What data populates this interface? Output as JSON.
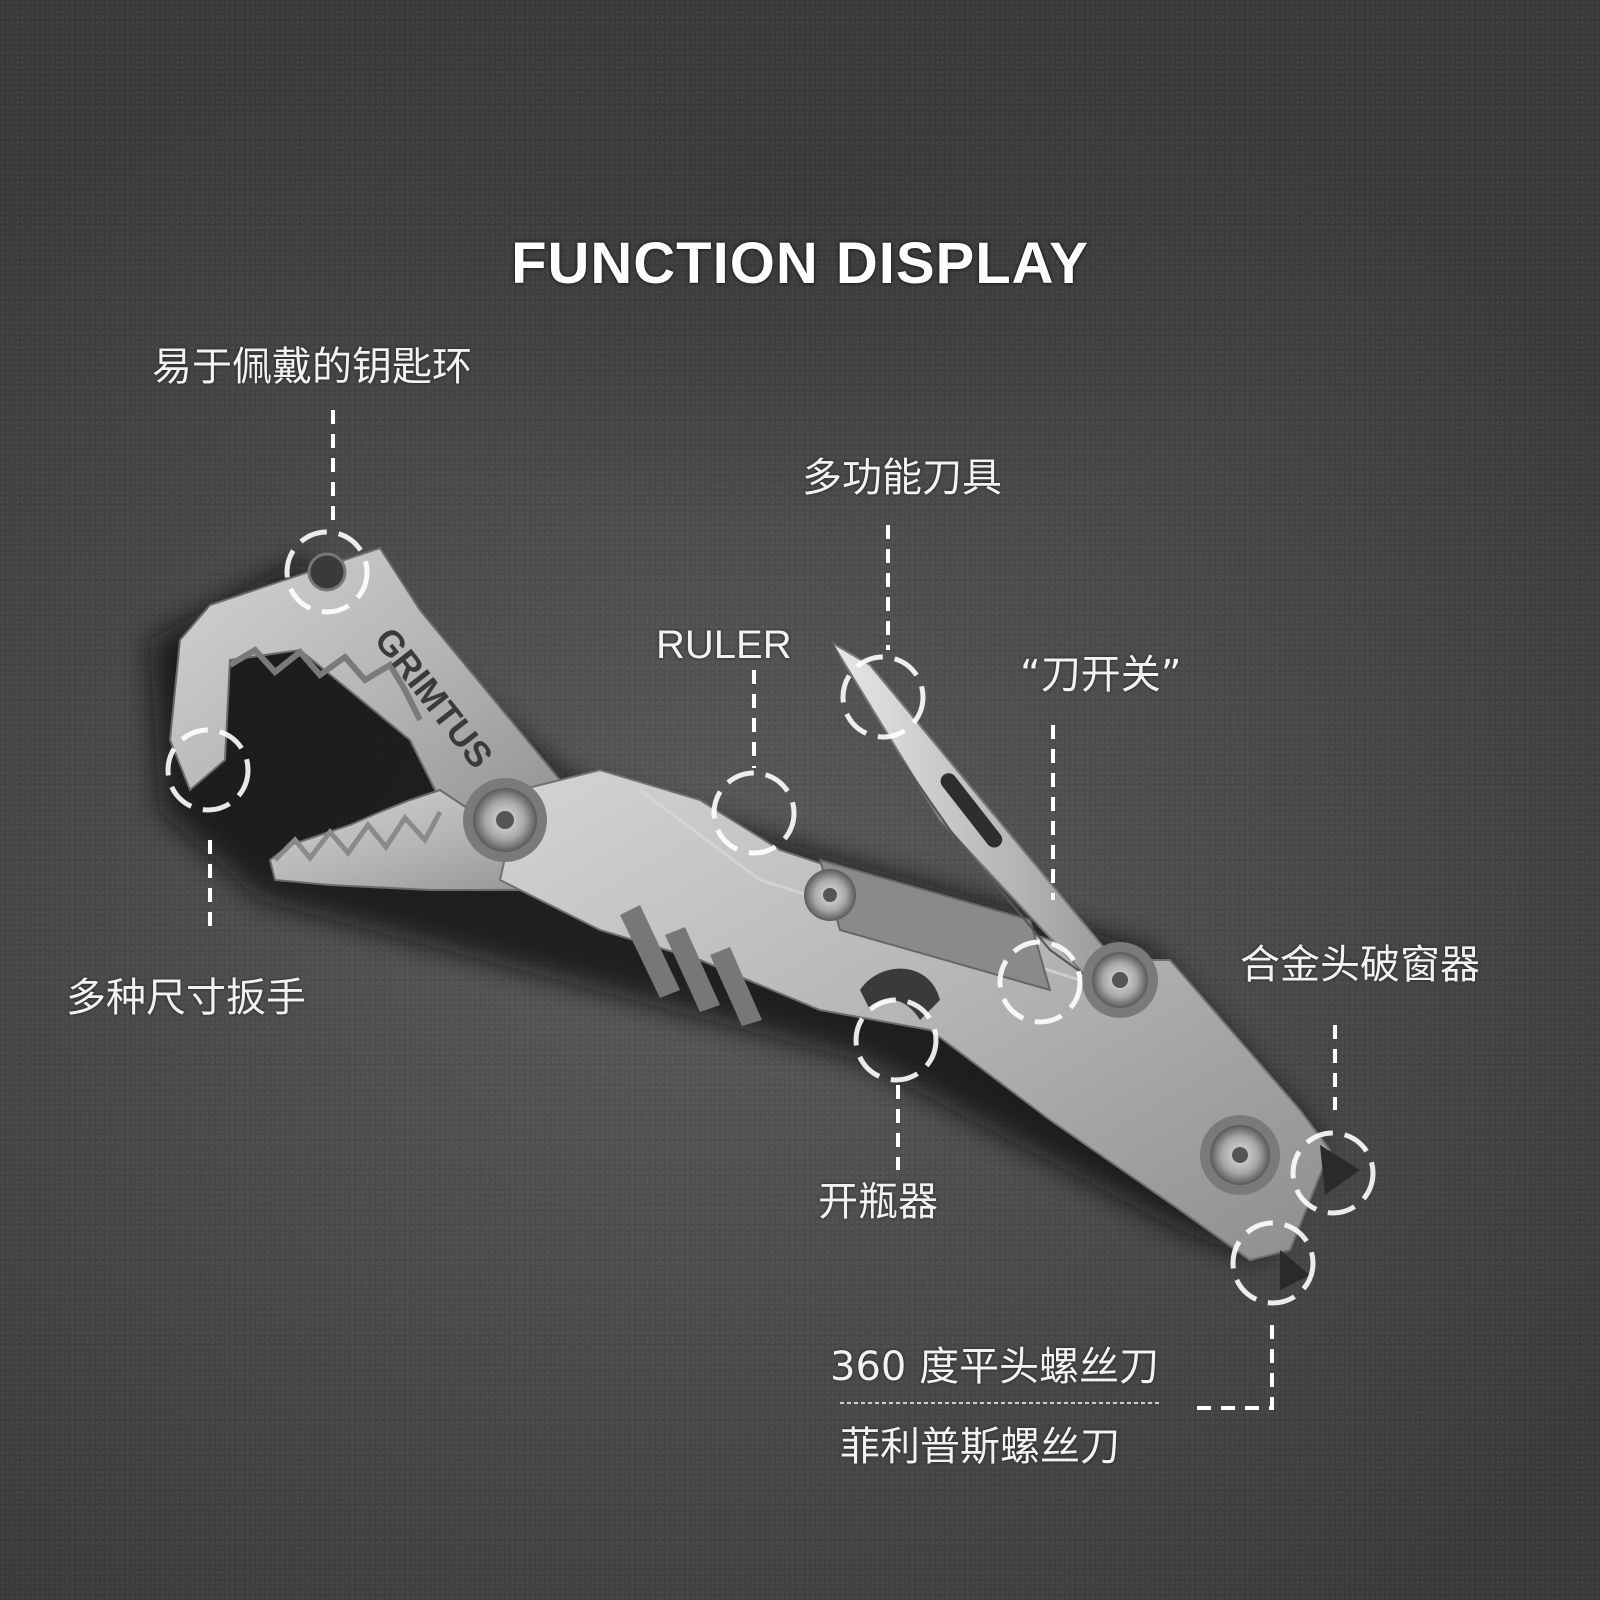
{
  "title": "FUNCTION DISPLAY",
  "brand": "GRIMTUS",
  "labels": {
    "keyring": "易于佩戴的钥匙环",
    "multi_knife": "多功能刀具",
    "ruler": "RULER",
    "knife_switch": "“刀开关”",
    "wrench": "多种尺寸扳手",
    "glass_breaker": "合金头破窗器",
    "bottle_opener": "开瓶器",
    "flat_screwdriver": "360 度平头螺丝刀",
    "phillips_screwdriver": "菲利普斯螺丝刀"
  },
  "colors": {
    "background": "#4a4a4a",
    "metal": "#b8b8b8",
    "callout": "#ffffff"
  }
}
